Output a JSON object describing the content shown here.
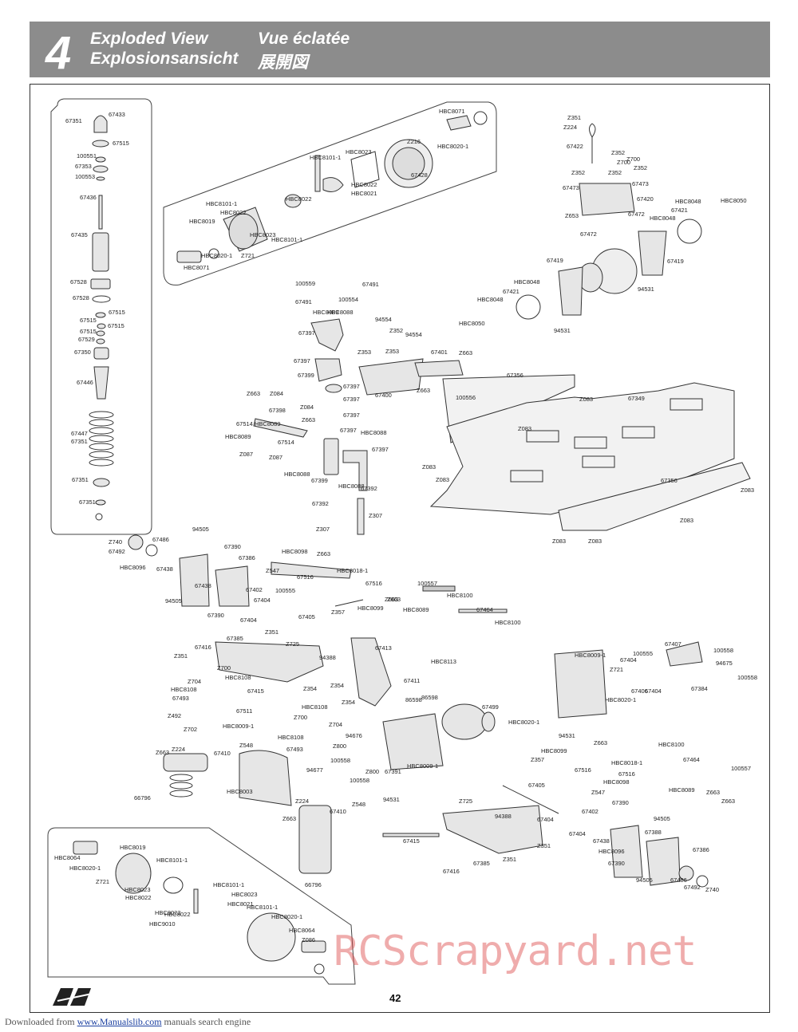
{
  "header": {
    "step_number": "4",
    "title_en": "Exploded View",
    "title_fr": "Vue éclatée",
    "title_de": "Explosionsansicht",
    "title_jp": "展開図"
  },
  "page_number": "42",
  "watermark": "RCScrapyard.net",
  "footer": {
    "prefix": "Downloaded from",
    "link": "www.Manualslib.com",
    "suffix": "manuals search engine"
  },
  "groups": {
    "shock_parts": [
      "67351",
      "67433",
      "67515",
      "100551",
      "67353",
      "100553",
      "67436",
      "67435",
      "67528",
      "67528",
      "67515",
      "67515",
      "67515",
      "67515",
      "67529",
      "67350",
      "67446",
      "67447",
      "67351",
      "67351",
      "67351"
    ],
    "front_diff": [
      "HBC8071",
      "Z216",
      "HBC8020-1",
      "HBC8023",
      "HBC8101-1",
      "HBC8022",
      "HBC8021",
      "67428",
      "HBC8022",
      "HBC8101-1",
      "HBC8022",
      "HBC8019",
      "HBC8023",
      "HBC8101-1",
      "HBC8020-1",
      "Z721",
      "HBC8071"
    ],
    "center_diff": [
      "Z351",
      "Z224",
      "67422",
      "Z352",
      "Z700",
      "Z700",
      "Z352",
      "Z352",
      "Z352",
      "67473",
      "67473",
      "67420",
      "Z653",
      "67472",
      "HBC8048",
      "67421",
      "HBC8048",
      "HBC8050",
      "67472",
      "67419",
      "67419",
      "94531",
      "HBC8048",
      "67421",
      "HBC8048",
      "HBC8050",
      "94531"
    ],
    "steering": [
      "100559",
      "67491",
      "67491",
      "100554",
      "HBC8089",
      "HBC8088",
      "94554",
      "Z352",
      "94554",
      "67397",
      "Z353",
      "Z353",
      "67401",
      "Z663",
      "67397",
      "67399",
      "67397",
      "67397",
      "67400",
      "Z663",
      "100556",
      "Z663",
      "Z084",
      "67398",
      "Z084",
      "Z663",
      "67397",
      "67514",
      "HBC8089",
      "67397",
      "HBC8088",
      "67514",
      "HBC8089",
      "67397",
      "Z087",
      "Z087",
      "HBC8088",
      "67399",
      "HBC8088",
      "67392",
      "67392",
      "Z307",
      "Z307"
    ],
    "chassis": [
      "67356",
      "Z083",
      "67349",
      "Z083",
      "Z083",
      "Z083",
      "67356",
      "Z083",
      "Z083",
      "Z083",
      "Z083"
    ],
    "front_upright": [
      "Z740",
      "67486",
      "67492",
      "HBC8096",
      "67438",
      "94505",
      "67390",
      "67386",
      "67438",
      "94505",
      "67390",
      "67402",
      "100555",
      "67404",
      "67404",
      "HBC8098",
      "Z663",
      "Z547",
      "67516",
      "HBC8018-1",
      "67516",
      "Z663",
      "Z357",
      "HBC8099",
      "67405",
      "100557",
      "HBC8100",
      "HBC8089",
      "Z663",
      "67464",
      "HBC8100"
    ],
    "front_arm": [
      "67385",
      "Z351",
      "67416",
      "Z351",
      "Z725",
      "94388",
      "Z700",
      "HBC8108",
      "Z704",
      "67415",
      "HBC8108",
      "67493",
      "Z354",
      "Z354",
      "67511",
      "HBC8108",
      "Z354",
      "Z492",
      "Z700",
      "Z702",
      "HBC8009-1",
      "Z704",
      "Z548",
      "Z663",
      "Z224",
      "67410",
      "HBC8108",
      "Z800",
      "67493",
      "100558",
      "94677",
      "Z800",
      "100558",
      "67391",
      "94531",
      "HBC8009-1",
      "94676",
      "HBC8003",
      "66796",
      "Z224",
      "Z548",
      "Z663",
      "67410",
      "66796"
    ],
    "bulkhead": [
      "67413",
      "HBC8113",
      "67411",
      "86598",
      "86598",
      "67499",
      "HBC8020-1",
      "HBC8009-1",
      "Z721",
      "HBC8020-1",
      "100555",
      "67404",
      "67407",
      "67406",
      "67404",
      "100558",
      "94675",
      "67384",
      "100558",
      "94531",
      "Z663",
      "HBC8099",
      "HBC8100",
      "Z357",
      "67464",
      "67516",
      "HBC8018-1",
      "100557",
      "HBC8098",
      "67516",
      "Z547",
      "HBC8089",
      "Z663",
      "Z663",
      "67405",
      "Z725",
      "94388",
      "67404",
      "67402",
      "67404",
      "67415",
      "Z351",
      "67416",
      "67385",
      "Z351",
      "67390",
      "94505",
      "67388",
      "67438",
      "67386",
      "HBC8096",
      "67390",
      "94505",
      "67486",
      "67492",
      "Z740"
    ],
    "rear_diff": [
      "HBC8064",
      "HBC8019",
      "HBC8020-1",
      "HBC8101-1",
      "Z721",
      "HBC8023",
      "HBC8022",
      "HBC8101-1",
      "HBC8022",
      "HBC8023",
      "HBC8022",
      "HBC8021",
      "HBC8101-1",
      "HBC9010",
      "HBC8020-1",
      "HBC8064",
      "Z086"
    ]
  }
}
